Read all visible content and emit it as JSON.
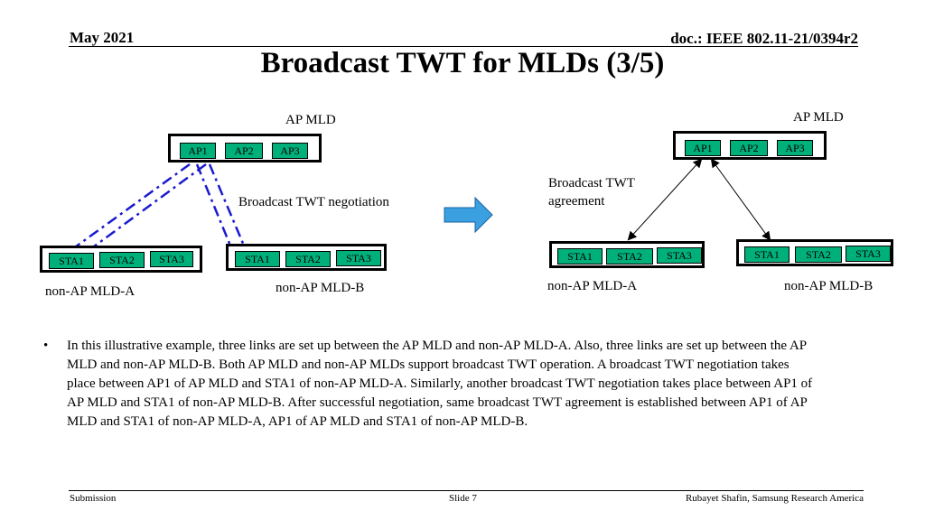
{
  "header": {
    "date": "May 2021",
    "doc": "doc.: IEEE 802.11-21/0394r2"
  },
  "title": "Broadcast TWT for MLDs (3/5)",
  "left_diagram": {
    "ap_mld_label": "AP MLD",
    "ap_nodes": [
      "AP1",
      "AP2",
      "AP3"
    ],
    "negotiation_label": "Broadcast TWT negotiation",
    "mld_a_nodes": [
      "STA1",
      "STA2",
      "STA3"
    ],
    "mld_a_label": "non-AP MLD-A",
    "mld_b_nodes": [
      "STA1",
      "STA2",
      "STA3"
    ],
    "mld_b_label": "non-AP MLD-B"
  },
  "right_diagram": {
    "ap_mld_label": "AP MLD",
    "ap_nodes": [
      "AP1",
      "AP2",
      "AP3"
    ],
    "agreement_label_line1": "Broadcast TWT",
    "agreement_label_line2": "agreement",
    "mld_a_nodes": [
      "STA1",
      "STA2",
      "STA3"
    ],
    "mld_a_label": "non-AP MLD-A",
    "mld_b_nodes": [
      "STA1",
      "STA2",
      "STA3"
    ],
    "mld_b_label": "non-AP MLD-B"
  },
  "colors": {
    "node_fill": "#00b07a",
    "link_dashed": "#1a1ad0",
    "arrow_fill": "#3aa0e0"
  },
  "body": {
    "bullet": "•",
    "text": "In this illustrative example, three links are set up between the AP MLD and non-AP MLD-A. Also, three links are set up between the AP MLD and non-AP MLD-B. Both AP MLD and non-AP MLDs support broadcast TWT operation. A broadcast TWT negotiation takes place between AP1 of AP MLD and STA1 of non-AP MLD-A. Similarly, another broadcast TWT negotiation takes place between AP1 of AP MLD and STA1 of non-AP MLD-B. After successful negotiation, same broadcast TWT  agreement is established between AP1 of AP MLD and STA1 of non-AP MLD-A, AP1 of AP MLD and STA1 of non-AP MLD-B."
  },
  "footer": {
    "left": "Submission",
    "center": "Slide 7",
    "right": "Rubayet Shafin, Samsung Research America"
  }
}
